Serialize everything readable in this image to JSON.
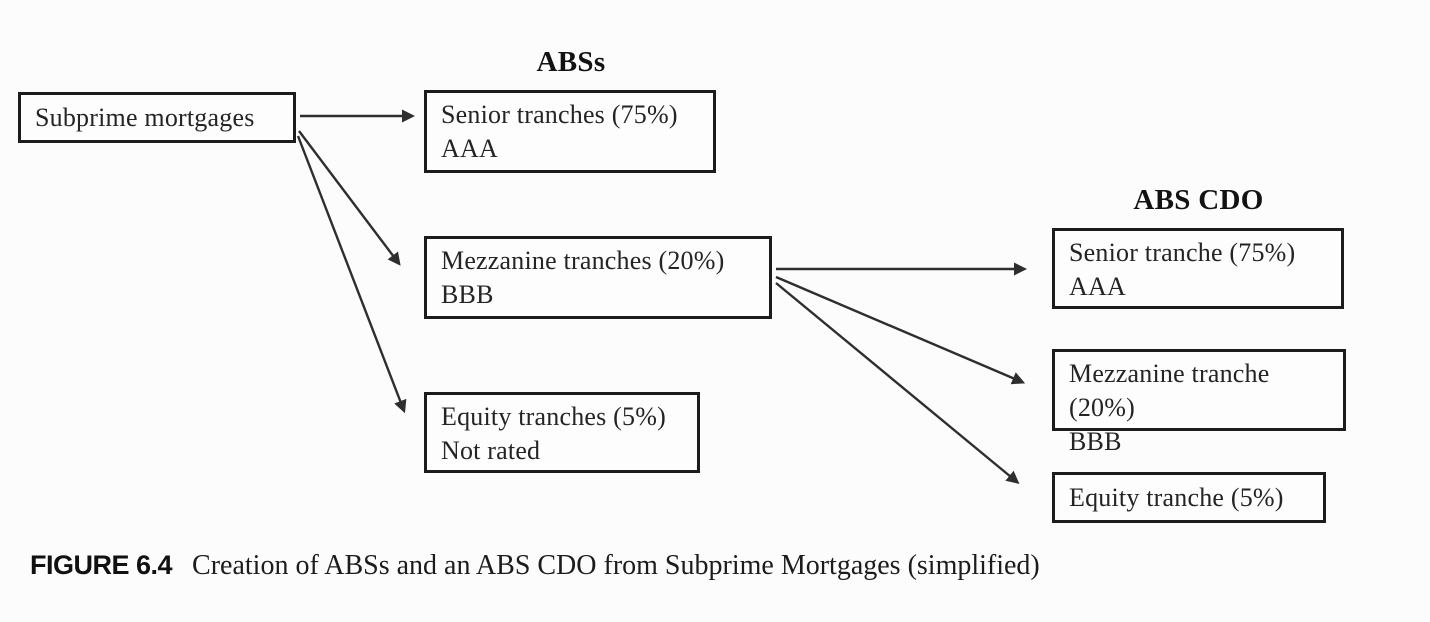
{
  "diagram": {
    "source": {
      "label": "Subprime mortgages"
    },
    "abs": {
      "title": "ABSs",
      "tranches": [
        {
          "label": "Senior tranches (75%)",
          "rating": "AAA"
        },
        {
          "label": "Mezzanine tranches (20%)",
          "rating": "BBB"
        },
        {
          "label": "Equity tranches (5%)",
          "rating": "Not rated"
        }
      ]
    },
    "abs_cdo": {
      "title": "ABS CDO",
      "tranches": [
        {
          "label": "Senior tranche (75%)",
          "rating": "AAA"
        },
        {
          "label": "Mezzanine tranche (20%)",
          "rating": "BBB"
        },
        {
          "label": "Equity tranche (5%)"
        }
      ]
    },
    "edges": [
      {
        "from": "subprime-mortgages",
        "to": "abs-senior-tranches"
      },
      {
        "from": "subprime-mortgages",
        "to": "abs-mezzanine-tranches"
      },
      {
        "from": "subprime-mortgages",
        "to": "abs-equity-tranches"
      },
      {
        "from": "abs-mezzanine-tranches",
        "to": "cdo-senior-tranche"
      },
      {
        "from": "abs-mezzanine-tranches",
        "to": "cdo-mezzanine-tranche"
      },
      {
        "from": "abs-mezzanine-tranches",
        "to": "cdo-equity-tranche"
      }
    ],
    "colors": {
      "background": "#fcfcfc",
      "box_border": "#1c1c1c",
      "arrow": "#2e2e2e",
      "text": "#1f1f1f"
    }
  },
  "caption": {
    "figure_label": "FIGURE 6.4",
    "text": "Creation of ABSs and an ABS CDO from Subprime Mortgages (simplified)"
  }
}
